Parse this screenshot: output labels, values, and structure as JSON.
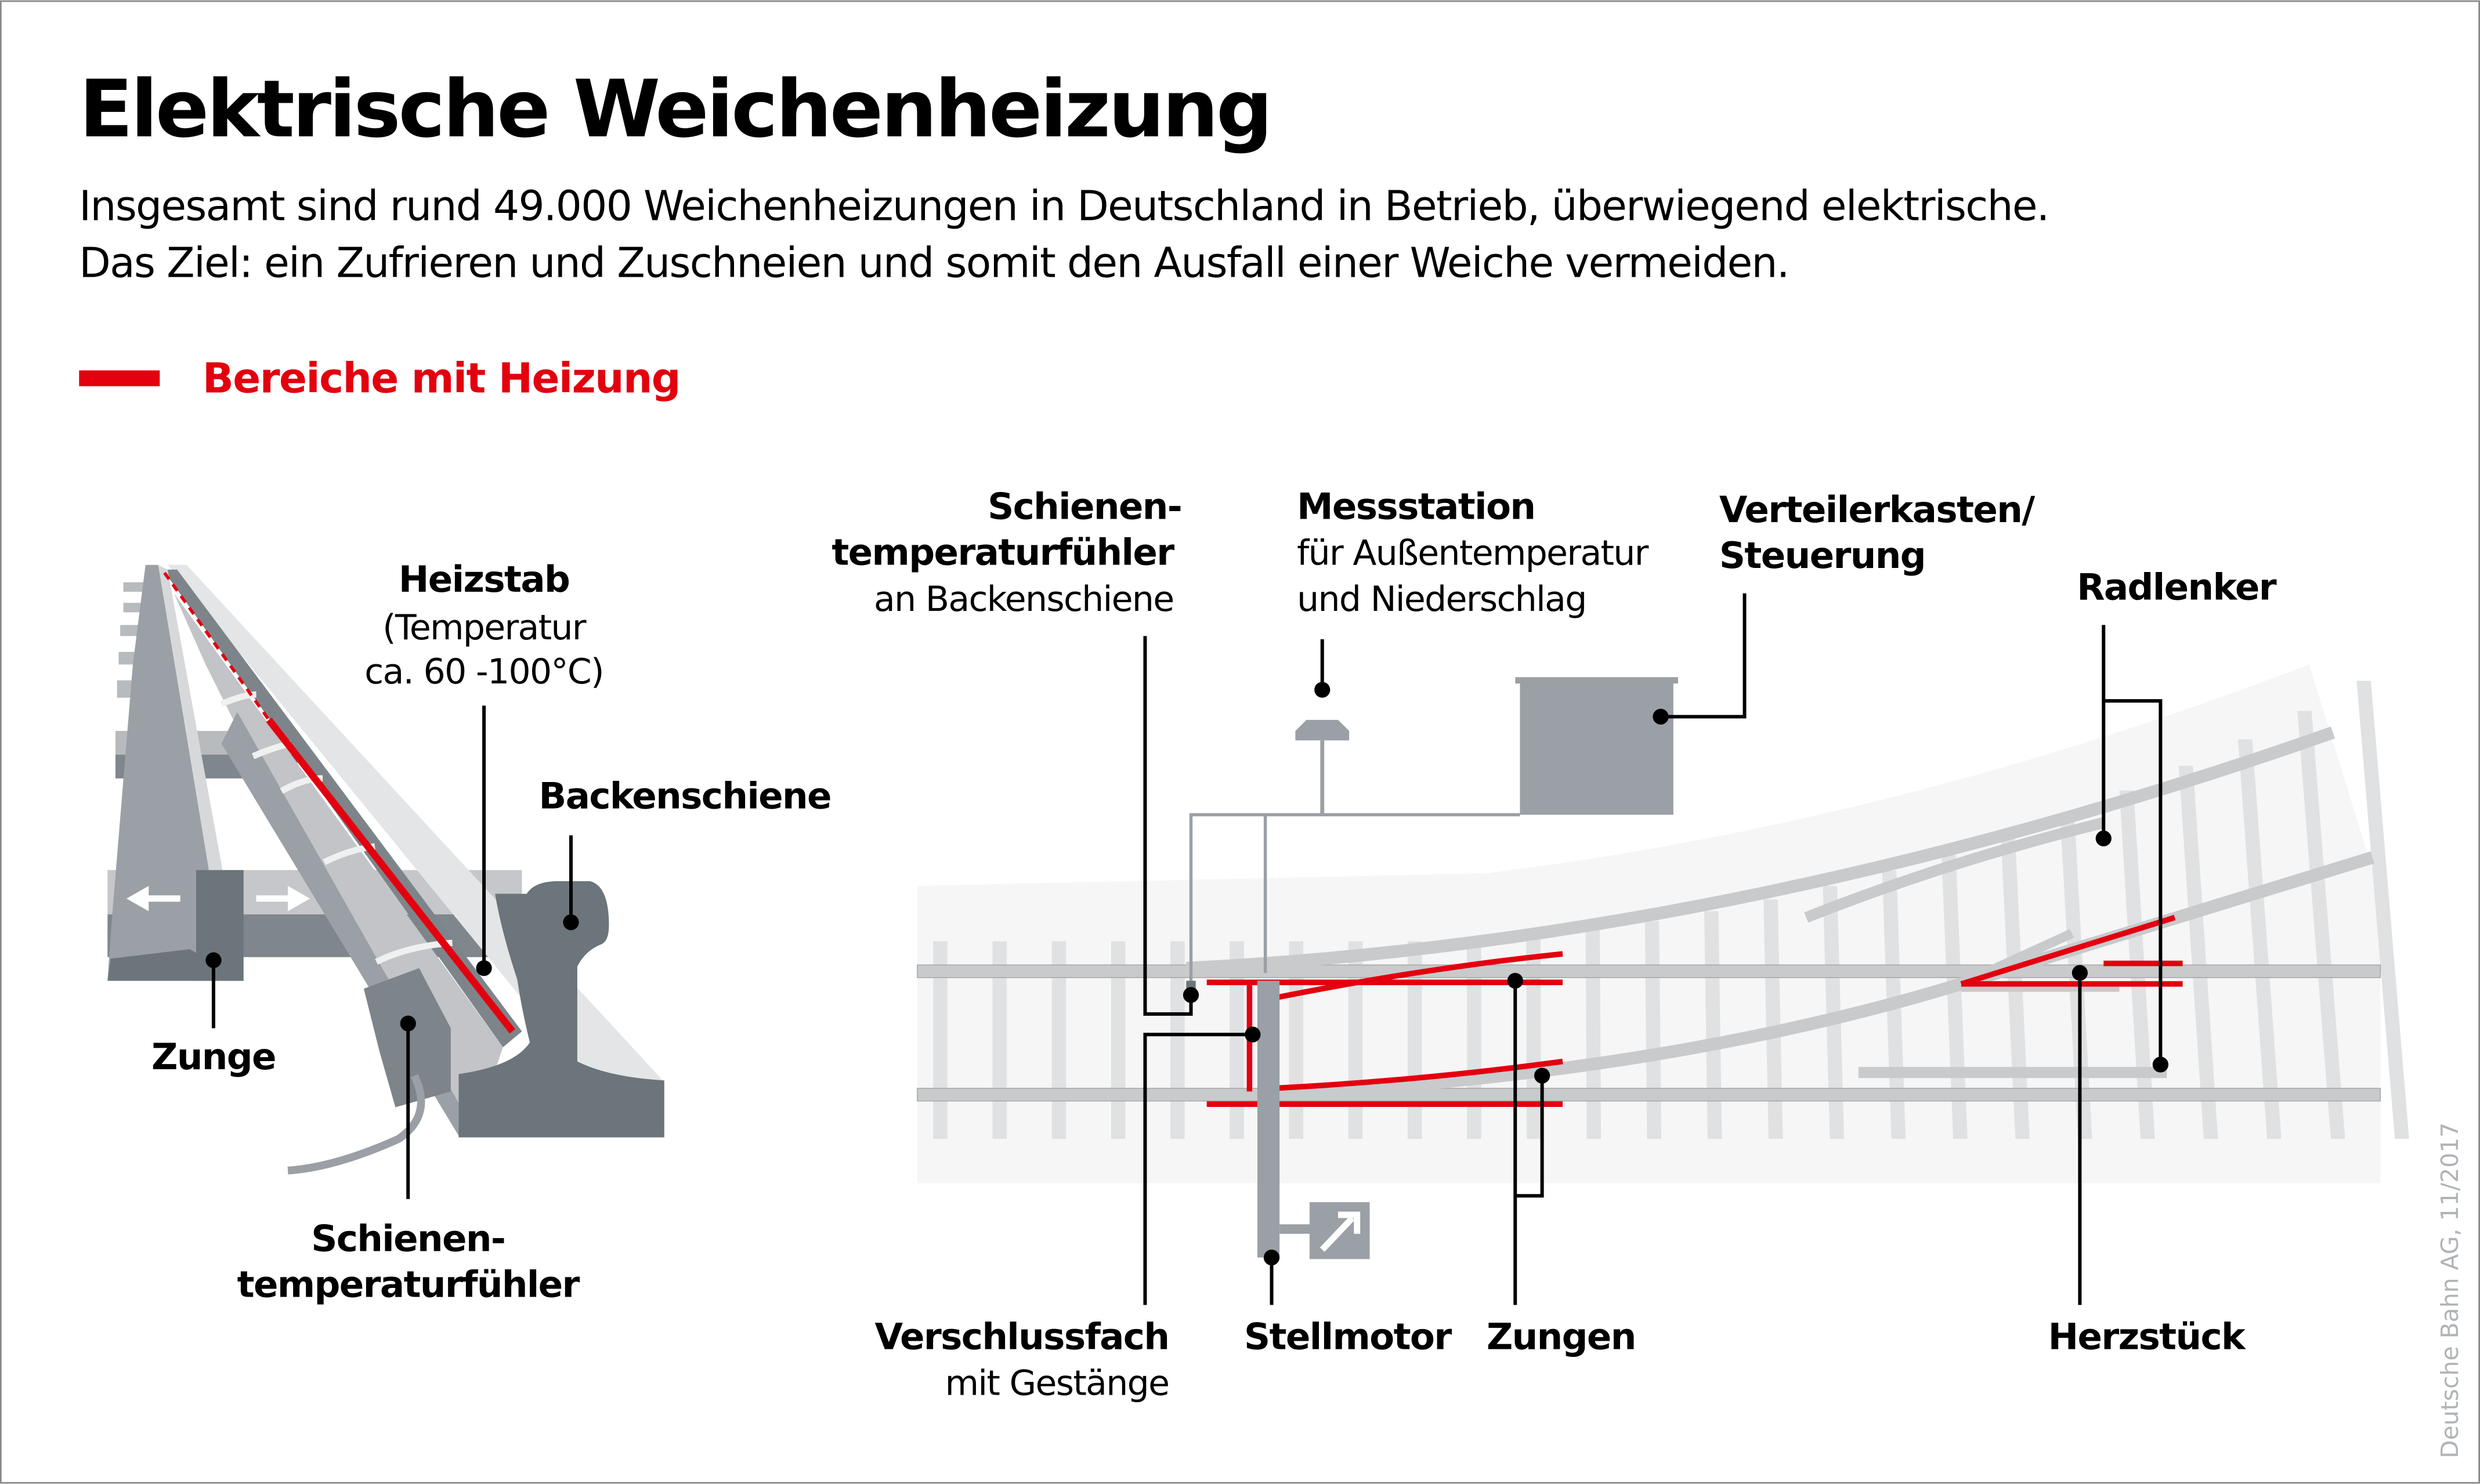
{
  "header": {
    "title": "Elektrische Weichenheizung",
    "subtitle_line1": "Insgesamt sind rund 49.000 Weichenheizungen in Deutschland in Betrieb, überwiegend elektrische.",
    "subtitle_line2": "Das Ziel: ein Zufrieren und Zuschneien und somit den Ausfall einer Weiche vermeiden."
  },
  "legend": {
    "label": "Bereiche mit Heizung",
    "color": "#e3000f"
  },
  "left_diagram": {
    "heizstab": {
      "title": "Heizstab",
      "line1": "(Temperatur",
      "line2": "ca. 60 -100°C)"
    },
    "backenschiene": "Backenschiene",
    "zunge": "Zunge",
    "sensor": {
      "line1": "Schienen-",
      "line2": "temperaturfühler"
    }
  },
  "right_diagram": {
    "sensor": {
      "line1": "Schienen-",
      "line2": "temperaturfühler",
      "line3": "an Backenschiene"
    },
    "messstation": {
      "title": "Messstation",
      "line1": "für Außentemperatur",
      "line2": "und Niederschlag"
    },
    "verteiler": {
      "line1": "Verteilerkasten/",
      "line2": "Steuerung"
    },
    "radlenker": "Radlenker",
    "verschlussfach": {
      "title": "Verschlussfach",
      "line1": "mit Gestänge"
    },
    "stellmotor": "Stellmotor",
    "zungen": "Zungen",
    "herzstueck": "Herzstück"
  },
  "credit": "Deutsche Bahn AG, 11/2017",
  "colors": {
    "heating": "#e3000f",
    "rail": "#c8cacc",
    "equipment": "#9aa0a5"
  }
}
